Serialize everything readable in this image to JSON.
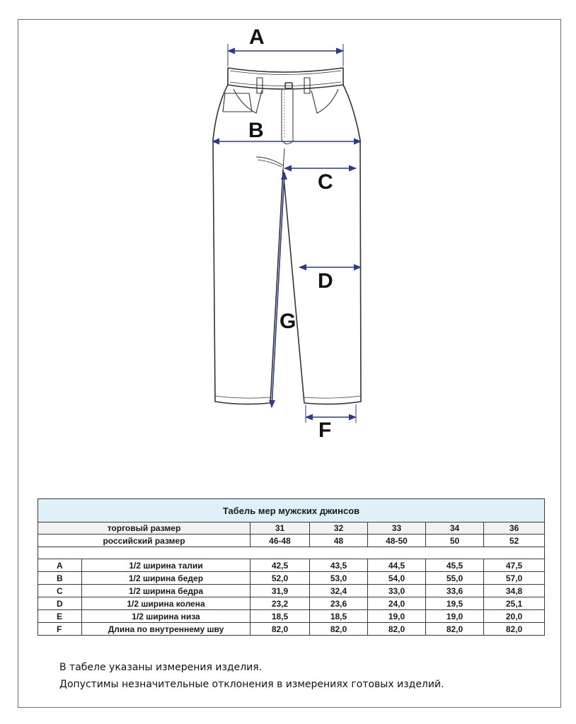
{
  "diagram": {
    "labels": {
      "a": "A",
      "b": "B",
      "c": "C",
      "d": "D",
      "g": "G",
      "f": "F"
    }
  },
  "table": {
    "title": "Табель мер мужских джинсов",
    "trade_size_label": "торговый размер",
    "trade_sizes": [
      "31",
      "32",
      "33",
      "34",
      "36"
    ],
    "russian_size_label": "российский размер",
    "russian_sizes": [
      "46-48",
      "48",
      "48-50",
      "50",
      "52"
    ],
    "rows": [
      {
        "code": "A",
        "name": "1/2 ширина талии",
        "values": [
          "42,5",
          "43,5",
          "44,5",
          "45,5",
          "47,5"
        ]
      },
      {
        "code": "B",
        "name": "1/2 ширина бедер",
        "values": [
          "52,0",
          "53,0",
          "54,0",
          "55,0",
          "57,0"
        ]
      },
      {
        "code": "C",
        "name": "1/2 ширина бедра",
        "values": [
          "31,9",
          "32,4",
          "33,0",
          "33,6",
          "34,8"
        ]
      },
      {
        "code": "D",
        "name": "1/2 ширина колена",
        "values": [
          "23,2",
          "23,6",
          "24,0",
          "19,5",
          "25,1"
        ]
      },
      {
        "code": "E",
        "name": "1/2 ширина низа",
        "values": [
          "18,5",
          "18,5",
          "19,0",
          "19,0",
          "20,0"
        ]
      },
      {
        "code": "F",
        "name": "Длина по внутреннему шву",
        "values": [
          "82,0",
          "82,0",
          "82,0",
          "82,0",
          "82,0"
        ]
      }
    ]
  },
  "notes": {
    "line1": "В табеле указаны измерения изделия.",
    "line2": "Допустимы незначительные отклонения в измерениях готовых изделий."
  }
}
